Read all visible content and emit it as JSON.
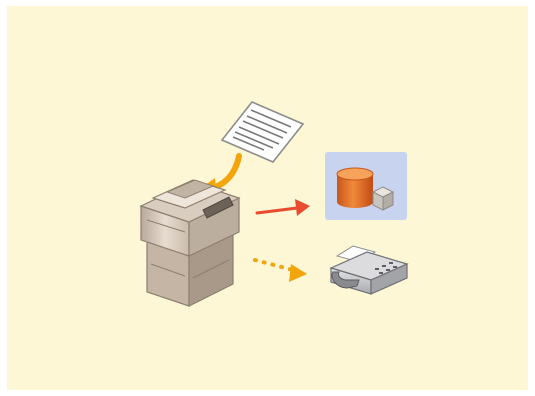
{
  "diagram": {
    "background_color": "#fdf7d6",
    "nodes": [
      {
        "id": "original-document",
        "icon": "document-icon"
      },
      {
        "id": "multifunction-printer",
        "icon": "multifunction-printer-icon"
      },
      {
        "id": "storage-destination",
        "icon": "database-server-icon",
        "highlighted": true,
        "highlight_color": "#c8d3ef"
      },
      {
        "id": "fax-machine",
        "icon": "fax-machine-icon"
      }
    ],
    "edges": [
      {
        "from": "original-document",
        "to": "multifunction-printer",
        "style": "curved",
        "color": "#f2a60c"
      },
      {
        "from": "multifunction-printer",
        "to": "storage-destination",
        "style": "solid",
        "color": "#ea4a2e"
      },
      {
        "from": "multifunction-printer",
        "to": "fax-machine",
        "style": "dotted",
        "color": "#f2a60c"
      }
    ]
  }
}
